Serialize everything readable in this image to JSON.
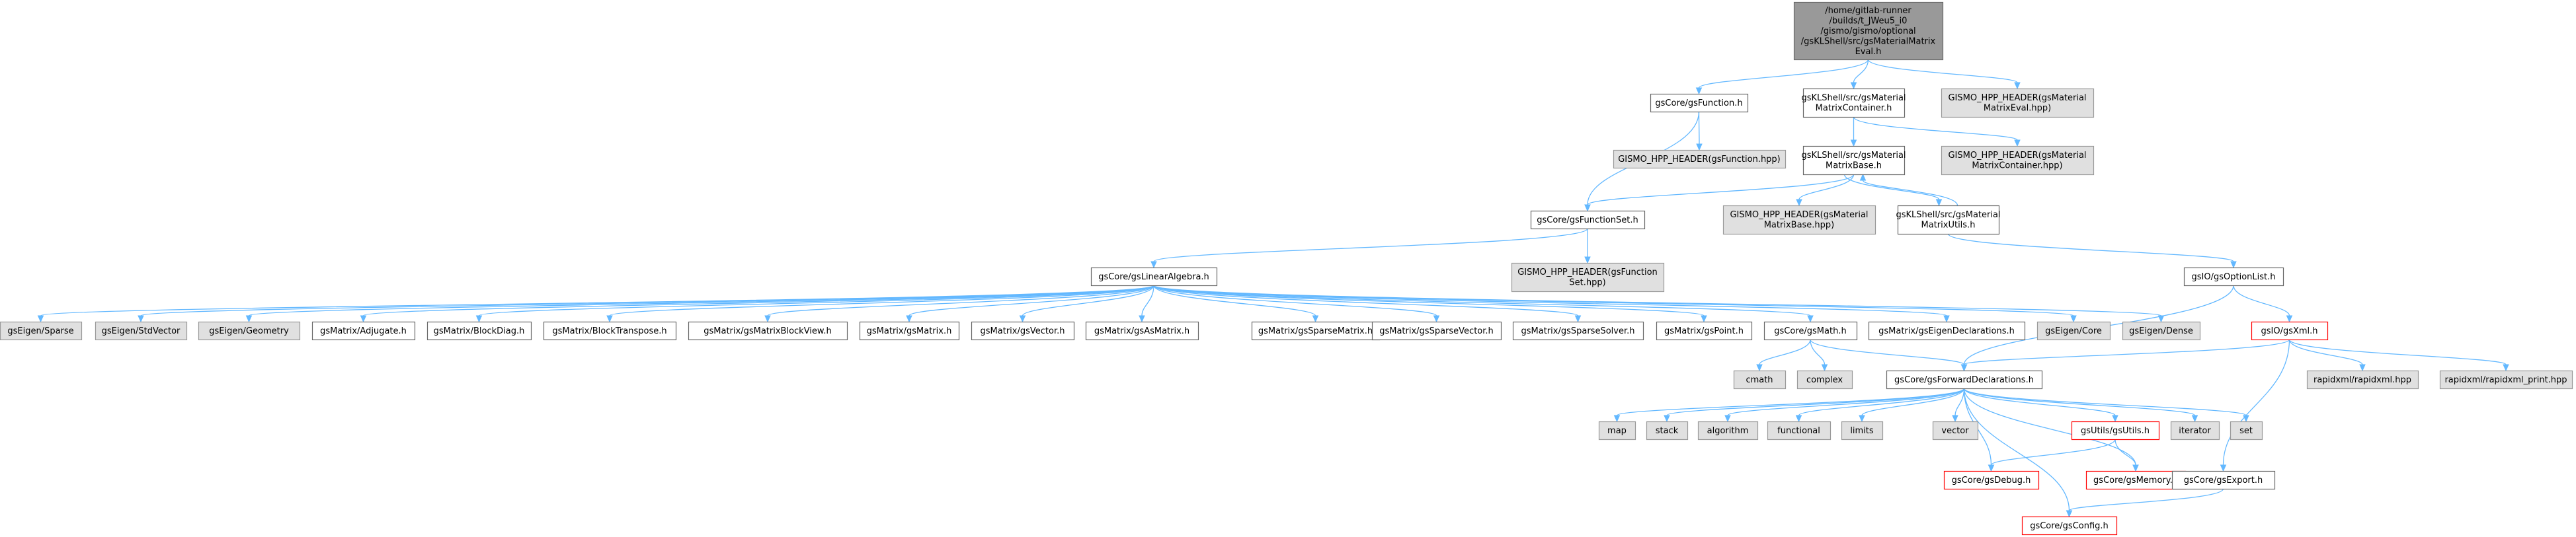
{
  "title": "",
  "colors": {
    "edge": "#63b8ff",
    "root_fill": "#999999",
    "root_border": "#666666",
    "plain_fill": "#ffffff",
    "plain_border": "#666666",
    "external_fill": "#e0e0e0",
    "external_border": "#999999",
    "missing_fill": "#ffffff",
    "missing_border": "#ff0000"
  },
  "nodes": [
    {
      "id": "root",
      "type": "root",
      "lines": [
        "/home/gitlab-runner",
        "/builds/t_JWeu5_i0",
        "/gismo/gismo/optional",
        "/gsKLShell/src/gsMaterialMatrix",
        "Eval.h"
      ]
    },
    {
      "id": "gsFunction",
      "type": "plain",
      "lines": [
        "gsCore/gsFunction.h"
      ]
    },
    {
      "id": "matContainer",
      "type": "plain",
      "lines": [
        "gsKLShell/src/gsMaterial",
        "MatrixContainer.h"
      ]
    },
    {
      "id": "hppMatEval",
      "type": "external",
      "lines": [
        "GISMO_HPP_HEADER(gsMaterial",
        "MatrixEval.hpp)"
      ]
    },
    {
      "id": "hppFunction",
      "type": "external",
      "lines": [
        "GISMO_HPP_HEADER(gsFunction.hpp)"
      ]
    },
    {
      "id": "matBase",
      "type": "plain",
      "lines": [
        "gsKLShell/src/gsMaterial",
        "MatrixBase.h"
      ]
    },
    {
      "id": "hppMatContainer",
      "type": "external",
      "lines": [
        "GISMO_HPP_HEADER(gsMaterial",
        "MatrixContainer.hpp)"
      ]
    },
    {
      "id": "funcSet",
      "type": "plain",
      "lines": [
        "gsCore/gsFunctionSet.h"
      ]
    },
    {
      "id": "hppMatBase",
      "type": "external",
      "lines": [
        "GISMO_HPP_HEADER(gsMaterial",
        "MatrixBase.hpp)"
      ]
    },
    {
      "id": "matUtils",
      "type": "plain",
      "lines": [
        "gsKLShell/src/gsMaterial",
        "MatrixUtils.h"
      ]
    },
    {
      "id": "hppFuncSet",
      "type": "external",
      "lines": [
        "GISMO_HPP_HEADER(gsFunction",
        "Set.hpp)"
      ]
    },
    {
      "id": "optionList",
      "type": "plain",
      "lines": [
        "gsIO/gsOptionList.h"
      ]
    },
    {
      "id": "linAlg",
      "type": "plain",
      "lines": [
        "gsCore/gsLinearAlgebra.h"
      ]
    },
    {
      "id": "eSparse",
      "type": "external",
      "lines": [
        "gsEigen/Sparse"
      ]
    },
    {
      "id": "eStdVector",
      "type": "external",
      "lines": [
        "gsEigen/StdVector"
      ]
    },
    {
      "id": "eGeometry",
      "type": "external",
      "lines": [
        "gsEigen/Geometry"
      ]
    },
    {
      "id": "adjugate",
      "type": "plain",
      "lines": [
        "gsMatrix/Adjugate.h"
      ]
    },
    {
      "id": "blockDiag",
      "type": "plain",
      "lines": [
        "gsMatrix/BlockDiag.h"
      ]
    },
    {
      "id": "blockTranspose",
      "type": "plain",
      "lines": [
        "gsMatrix/BlockTranspose.h"
      ]
    },
    {
      "id": "blockView",
      "type": "plain",
      "lines": [
        "gsMatrix/gsMatrixBlockView.h"
      ]
    },
    {
      "id": "gsMatrix",
      "type": "plain",
      "lines": [
        "gsMatrix/gsMatrix.h"
      ]
    },
    {
      "id": "gsVector",
      "type": "plain",
      "lines": [
        "gsMatrix/gsVector.h"
      ]
    },
    {
      "id": "asMatrix",
      "type": "plain",
      "lines": [
        "gsMatrix/gsAsMatrix.h"
      ]
    },
    {
      "id": "sparseMatrix",
      "type": "plain",
      "lines": [
        "gsMatrix/gsSparseMatrix.h"
      ]
    },
    {
      "id": "sparseVector",
      "type": "plain",
      "lines": [
        "gsMatrix/gsSparseVector.h"
      ]
    },
    {
      "id": "sparseSolver",
      "type": "plain",
      "lines": [
        "gsMatrix/gsSparseSolver.h"
      ]
    },
    {
      "id": "gsPoint",
      "type": "plain",
      "lines": [
        "gsMatrix/gsPoint.h"
      ]
    },
    {
      "id": "gsMath",
      "type": "plain",
      "lines": [
        "gsCore/gsMath.h"
      ]
    },
    {
      "id": "eigenDecl",
      "type": "plain",
      "lines": [
        "gsMatrix/gsEigenDeclarations.h"
      ]
    },
    {
      "id": "eCore",
      "type": "external",
      "lines": [
        "gsEigen/Core"
      ]
    },
    {
      "id": "eDense",
      "type": "external",
      "lines": [
        "gsEigen/Dense"
      ]
    },
    {
      "id": "gsXml",
      "type": "missing",
      "lines": [
        "gsIO/gsXml.h"
      ]
    },
    {
      "id": "cmath",
      "type": "external",
      "lines": [
        "cmath"
      ]
    },
    {
      "id": "complex",
      "type": "external",
      "lines": [
        "complex"
      ]
    },
    {
      "id": "fwdDecl",
      "type": "plain",
      "lines": [
        "gsCore/gsForwardDeclarations.h"
      ]
    },
    {
      "id": "rapidxml",
      "type": "external",
      "lines": [
        "rapidxml/rapidxml.hpp"
      ]
    },
    {
      "id": "rapidxmlPrint",
      "type": "external",
      "lines": [
        "rapidxml/rapidxml_print.hpp"
      ]
    },
    {
      "id": "map",
      "type": "external",
      "lines": [
        "map"
      ]
    },
    {
      "id": "stack",
      "type": "external",
      "lines": [
        "stack"
      ]
    },
    {
      "id": "algorithm",
      "type": "external",
      "lines": [
        "algorithm"
      ]
    },
    {
      "id": "functional",
      "type": "external",
      "lines": [
        "functional"
      ]
    },
    {
      "id": "limits",
      "type": "external",
      "lines": [
        "limits"
      ]
    },
    {
      "id": "vector",
      "type": "external",
      "lines": [
        "vector"
      ]
    },
    {
      "id": "gsUtils",
      "type": "missing",
      "lines": [
        "gsUtils/gsUtils.h"
      ]
    },
    {
      "id": "iterator",
      "type": "external",
      "lines": [
        "iterator"
      ]
    },
    {
      "id": "set",
      "type": "external",
      "lines": [
        "set"
      ]
    },
    {
      "id": "gsDebug",
      "type": "missing",
      "lines": [
        "gsCore/gsDebug.h"
      ]
    },
    {
      "id": "gsMemory",
      "type": "missing",
      "lines": [
        "gsCore/gsMemory.h"
      ]
    },
    {
      "id": "gsExport",
      "type": "plain",
      "lines": [
        "gsCore/gsExport.h"
      ]
    },
    {
      "id": "gsConfig",
      "type": "missing",
      "lines": [
        "gsCore/gsConfig.h"
      ]
    }
  ],
  "edges": [
    [
      "root",
      "gsFunction"
    ],
    [
      "root",
      "matContainer"
    ],
    [
      "root",
      "hppMatEval"
    ],
    [
      "gsFunction",
      "hppFunction"
    ],
    [
      "gsFunction",
      "funcSet"
    ],
    [
      "matContainer",
      "matBase"
    ],
    [
      "matContainer",
      "hppMatContainer"
    ],
    [
      "matBase",
      "funcSet"
    ],
    [
      "matBase",
      "hppMatBase"
    ],
    [
      "matBase",
      "matUtils"
    ],
    [
      "matUtils",
      "matBase"
    ],
    [
      "matUtils",
      "optionList"
    ],
    [
      "funcSet",
      "linAlg"
    ],
    [
      "funcSet",
      "hppFuncSet"
    ],
    [
      "linAlg",
      "eSparse"
    ],
    [
      "linAlg",
      "eStdVector"
    ],
    [
      "linAlg",
      "eGeometry"
    ],
    [
      "linAlg",
      "adjugate"
    ],
    [
      "linAlg",
      "blockDiag"
    ],
    [
      "linAlg",
      "blockTranspose"
    ],
    [
      "linAlg",
      "blockView"
    ],
    [
      "linAlg",
      "gsMatrix"
    ],
    [
      "linAlg",
      "gsVector"
    ],
    [
      "linAlg",
      "asMatrix"
    ],
    [
      "linAlg",
      "sparseMatrix"
    ],
    [
      "linAlg",
      "sparseVector"
    ],
    [
      "linAlg",
      "sparseSolver"
    ],
    [
      "linAlg",
      "gsPoint"
    ],
    [
      "linAlg",
      "gsMath"
    ],
    [
      "linAlg",
      "eigenDecl"
    ],
    [
      "linAlg",
      "eCore"
    ],
    [
      "linAlg",
      "eDense"
    ],
    [
      "optionList",
      "gsXml"
    ],
    [
      "optionList",
      "fwdDecl"
    ],
    [
      "gsMath",
      "cmath"
    ],
    [
      "gsMath",
      "complex"
    ],
    [
      "gsMath",
      "fwdDecl"
    ],
    [
      "gsXml",
      "fwdDecl"
    ],
    [
      "gsXml",
      "rapidxml"
    ],
    [
      "gsXml",
      "rapidxmlPrint"
    ],
    [
      "gsXml",
      "gsExport"
    ],
    [
      "fwdDecl",
      "map"
    ],
    [
      "fwdDecl",
      "stack"
    ],
    [
      "fwdDecl",
      "algorithm"
    ],
    [
      "fwdDecl",
      "functional"
    ],
    [
      "fwdDecl",
      "limits"
    ],
    [
      "fwdDecl",
      "vector"
    ],
    [
      "fwdDecl",
      "gsUtils"
    ],
    [
      "fwdDecl",
      "iterator"
    ],
    [
      "fwdDecl",
      "set"
    ],
    [
      "fwdDecl",
      "gsDebug"
    ],
    [
      "fwdDecl",
      "gsMemory"
    ],
    [
      "fwdDecl",
      "gsConfig"
    ],
    [
      "gsUtils",
      "gsDebug"
    ],
    [
      "gsUtils",
      "gsMemory"
    ],
    [
      "gsExport",
      "gsConfig"
    ]
  ]
}
